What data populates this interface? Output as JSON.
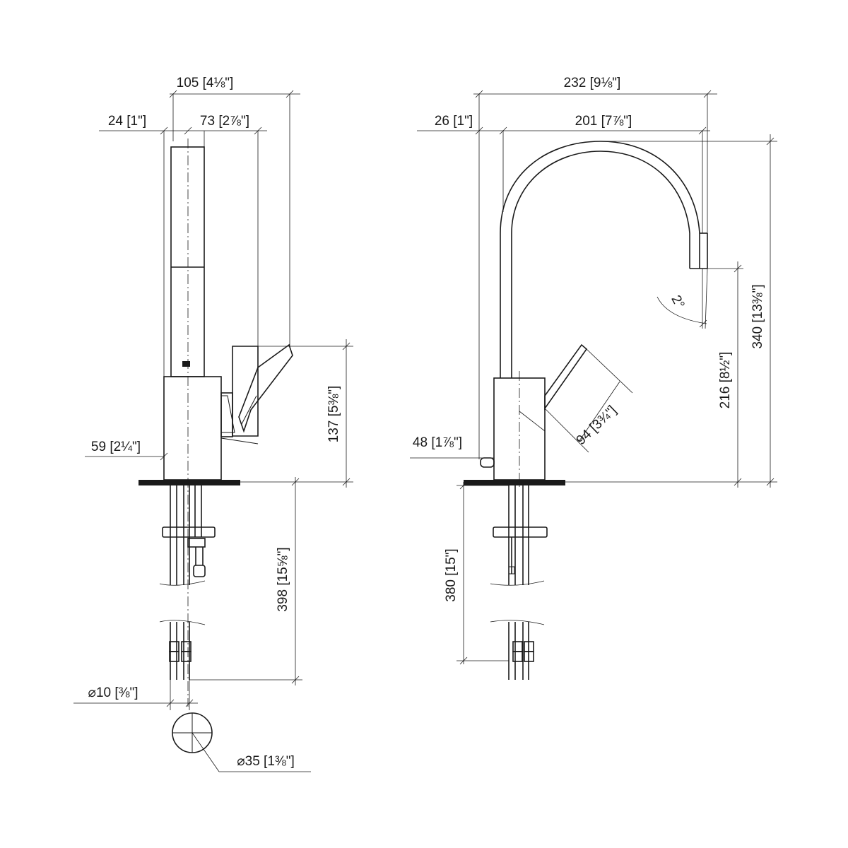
{
  "side_view": {
    "dim_total_depth": "105 [4⅛\"]",
    "dim_body_width": "24 [1\"]",
    "dim_handle_depth": "73 [2⅞\"]",
    "dim_handle_height": "137 [5⅜\"]",
    "dim_base_height": "59 [2¼\"]",
    "dim_hose_length": "398 [15⅝\"]",
    "dim_hose_diameter": "⌀10 [⅜\"]",
    "dim_hole_diameter": "⌀35 [1⅜\"]"
  },
  "front_view": {
    "dim_total_width": "232 [9⅛\"]",
    "dim_spout_reach": "201 [7⅞\"]",
    "dim_base_width": "26 [1\"]",
    "dim_total_height": "340 [13⅜\"]",
    "dim_spout_height": "216 [8½\"]",
    "dim_handle_length": "94 [3¾\"]",
    "dim_base_height": "48 [1⅞\"]",
    "dim_angle": "2°",
    "dim_hose_length": "380 [15\"]"
  }
}
